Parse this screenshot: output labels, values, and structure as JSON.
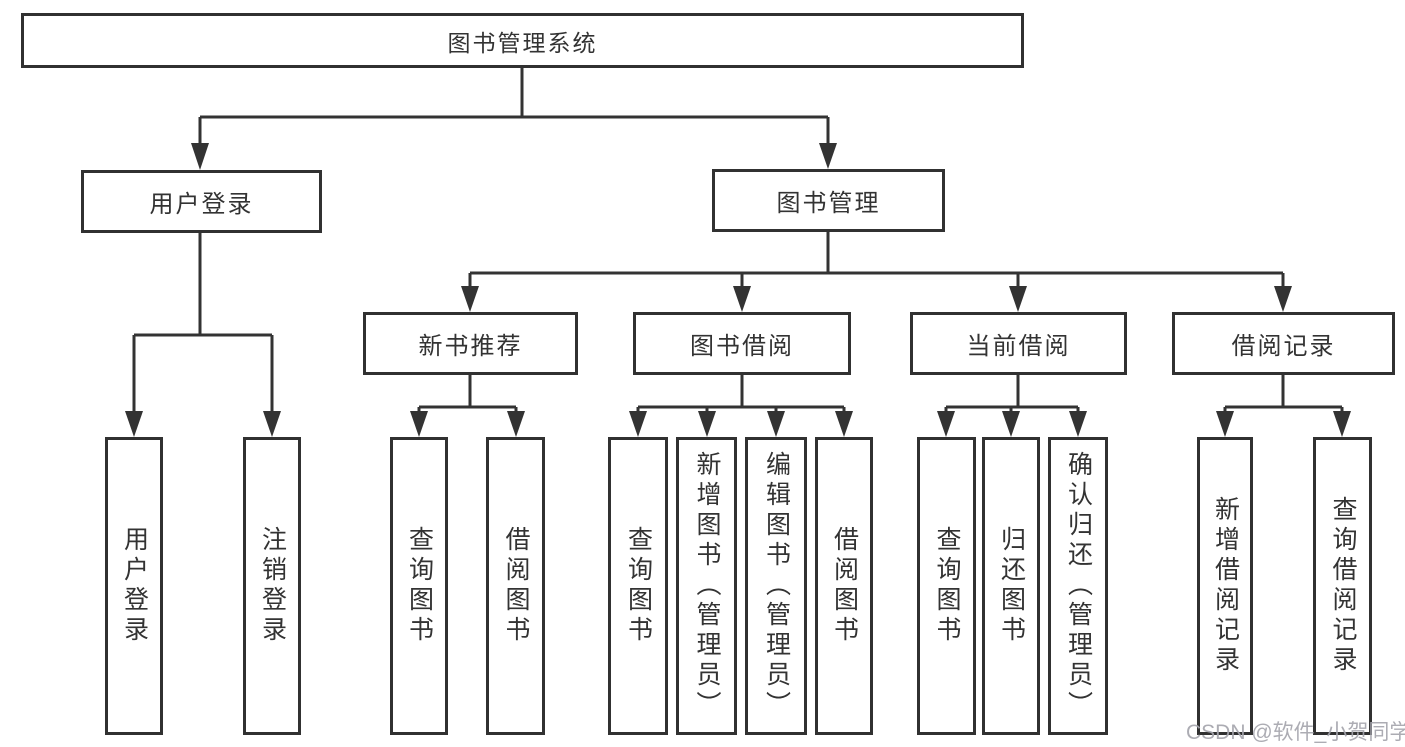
{
  "diagram": {
    "root": {
      "label": "图书管理系统"
    },
    "level2": [
      {
        "label": "用户登录",
        "children": [
          {
            "label": "用户登录"
          },
          {
            "label": "注销登录"
          }
        ]
      },
      {
        "label": "图书管理"
      }
    ],
    "level3": [
      {
        "label": "新书推荐",
        "children": [
          {
            "label": "查询图书"
          },
          {
            "label": "借阅图书"
          }
        ]
      },
      {
        "label": "图书借阅",
        "children": [
          {
            "label": "查询图书"
          },
          {
            "label": "新增图书（管理员）"
          },
          {
            "label": "编辑图书（管理员）"
          },
          {
            "label": "借阅图书"
          }
        ]
      },
      {
        "label": "当前借阅",
        "children": [
          {
            "label": "查询图书"
          },
          {
            "label": "归还图书"
          },
          {
            "label": "确认归还（管理员）"
          }
        ]
      },
      {
        "label": "借阅记录",
        "children": [
          {
            "label": "新增借阅记录"
          },
          {
            "label": "查询借阅记录"
          }
        ]
      }
    ]
  },
  "watermark": "CSDN @软件_小贺同学",
  "colors": {
    "line": "#333333",
    "box_border": "#313131",
    "text": "#333333",
    "watermark": "#a5a5ad",
    "background": "#ffffff"
  }
}
